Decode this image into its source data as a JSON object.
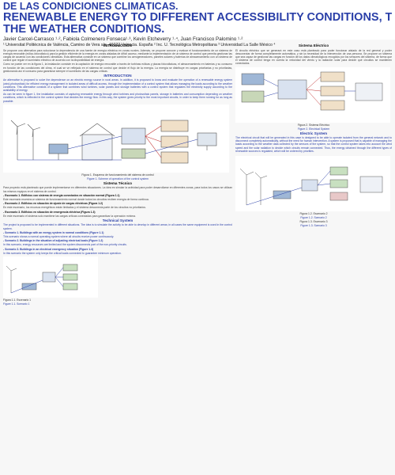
{
  "header": {
    "title_line1": "DE LAS CONDICIONES CLIMÁTICAS.",
    "title_line2": "RENEWABLE ENERGY TO DIFFERENT ACCESSIBILITY CONDITIONS, THROUGH",
    "title_line3": "THE WEATHER CONDITIONS.",
    "authors": "Javier Carcel-Carrasco ¹·², Fabiola Colmenero Fonseca¹·³, Kevin Etcheverry ¹·⁴, Juan Francisco Palomino ¹·²",
    "affiliations": "¹ Universitat Politècnica de València, Camino de Vera s/n, 46022 Valencia. España ² Inc. U. Tecnológica Metropolitana ³ Universidad La Salle México ⁴"
  },
  "left": {
    "intro_es_title": "INTRODUCCIÓN",
    "intro_es_text": "Se propone una alternativa para solucionar la dependencia de una fuente de energía eléctrica en zonas rurales. Además, se propone conocer y evaluar el funcionamiento de un sistema de energía renovable (eólico-fotovoltaico) para la gestión eficiente de la energía en zonas aisladas de difícil acceso, mediante la implementación de un sistema de control que permita gestionar las cargas de acuerdo con las condiciones climáticas. Esta alternativa consiste en un sistema que combine los aerogeneradores, paneles solares y baterías de almacenamiento con un sistema de control que regule el suministro eléctrico de acuerdo con la disponibilidad de energía.",
    "intro_es_text2": "Como se puede ver en la figura 1, la instalación consiste en la captación de energía renovable a través de turbinas eólicas y placas fotovoltaicas, el almacenamiento en baterías y su consumo en función de las condiciones del clima, el cual se ve reflejado en el sistema de control que decide el flujo de la energía. La energía se distribuye en cargas prioritarias y no prioritarias, gestionando así el consumo para garantizar siempre el suministro de las cargas críticas.",
    "intro_en_title": "INTRODUCTION",
    "intro_en_text": "An alternative is proposed to solve the dependence on an electric energy source in rural areas. In addition, it is proposed to know and evaluate the operation of a renewable energy system (wind-photovoltaic) for efficient energy management in isolated areas of difficult access, through the implementation of a control system that allows managing the loads according to the weather conditions. This alternative consists of a system that combines wind turbines, solar panels and storage batteries with a control system that regulates the electricity supply according to the availability of energy.",
    "intro_en_text2": "As can be seen in figure 1, the installation consists of capturing renewable energy through wind turbines and photovoltaic panels, storage in batteries and consumption depending on weather conditions, which is reflected in the control system that decides the energy flow. In this way, the system gives priority to the most important circuits, in order to keep them running for as long as possible.",
    "fig1_caption_es": "Figura 1. Esquema de funcionamiento del sistema de control",
    "fig1_caption_en": "Figure 1. Scheme of operation of the control system",
    "tech_es_title": "Sistema Técnico",
    "tech_es_text": "Para proyecto está planteado que puede implementarse en diferentes situaciones. La idea es simular la actividad para poder desarrollarse en diferentes zonas, para todos los casos se utilizan los mismos equipos en el sistema de control.",
    "esc1_es": "- Escenario 1. Edificios con sistema de energía conectados en situación normal (Figura 1.1)",
    "esc1_es_text": "Este escenario muestra un sistema de funcionamiento normal donde todos los circuitos reciben energía de forma continua.",
    "esc2_es": "- Escenario 2. Edificios en situación de ajuste de cargas eléctricas (Figura 1.2)",
    "esc2_es_text": "En este escenario, los recursos energéticos están limitados y el sistema desconecta parte de los circuitos no prioritarios.",
    "esc3_es": "- Escenario 3. Edificios en situación de emergencia eléctrica (Figura 1.3)",
    "esc3_es_text": "En este escenario el sistema solo mantiene las cargas críticas conectadas para garantizar la operación mínima.",
    "tech_en_title": "Technical System",
    "tech_en_text": "The project is proposed to be implemented in different situations. The idea is to simulate the activity to be able to develop in different areas; in all cases the same equipment is used in the control system.",
    "esc1_en": "- Scenario 1. Buildings with an energy system in normal conditions (Figure 1.1)",
    "esc1_en_text": "This scenario shows a normal operating system where all circuits receive power continuously.",
    "esc2_en": "- Scenario 2. Buildings in the situation of adjusting electrical loads (Figure 1.2)",
    "esc2_en_text": "In this scenario, energy resources are limited and the system disconnects part of the non-priority circuits.",
    "esc3_en": "- Scenario 3. Buildings in an electrical emergency situation (Figure 1.3)",
    "esc3_en_text": "In this scenario the system only keeps the critical loads connected to guarantee minimum operation.",
    "fig11_caption_es": "Figura 1.1. Escenario 1",
    "fig11_caption_en": "Figure 1.1. Scenario 1"
  },
  "right": {
    "sys_es_title": "Sistema Eléctrico",
    "sys_es_text": "El circuito eléctrico que se generará en este caso está planteado para poder funcionar aislado de la red general y poder desconectar de forma completamente automática, y sin la necesidad de la intervención de una persona. Se propone un sistema que sea capaz de gestionar las cargas en función de los datos climatológicos recogidos por los sensores del sistema, de forma que el sistema de control tenga en cuenta la velocidad del viento y la radiación solar para decidir qué circuitos se mantienen conectados.",
    "fig2_caption_es": "Figura 2. Sistema Eléctrico",
    "fig2_caption_en": "Figure 2. Electrical System",
    "sys_en_title": "Electric System",
    "sys_en_text": "The electrical circuit that will be generated in this case is designed to be able to operate isolated from the general network and to disconnect completely automatically, without the need for human intervention. A system is proposed that is capable of managing the loads according to the weather data collected by the sensors of the system, so that the control system takes into account the wind speed and the solar radiation to decide which circuits remain connected. Thus, the energy obtained through the different types of renewable sources is regulated, which will be ordered by priorities.",
    "fig12_caption_es": "Figura 1.2. Escenario 2",
    "fig12_caption_en": "Figure 1.2. Scenario 2",
    "fig13_caption_es": "Figura 1.3. Escenario 3",
    "fig13_caption_en": "Figure 1.3. Scenario 3"
  },
  "colors": {
    "accent": "#2a3fa8",
    "text": "#222222"
  }
}
